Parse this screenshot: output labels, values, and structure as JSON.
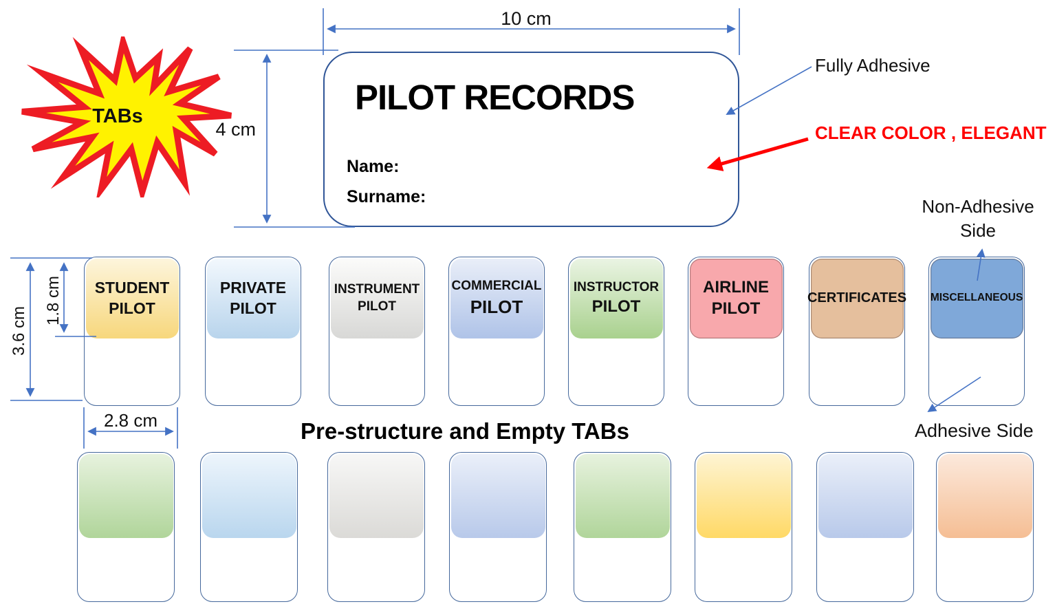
{
  "burst": {
    "label": "TABs"
  },
  "card": {
    "title": "PILOT RECORDS",
    "name_label": "Name:",
    "surname_label": "Surname:"
  },
  "dimensions": {
    "card_width": "10 cm",
    "card_height": "4 cm",
    "tab_header_height": "1.8 cm",
    "tab_height": "3.6 cm",
    "tab_width": "2.8 cm"
  },
  "callouts": {
    "fully_adhesive": "Fully Adhesive",
    "clear_color": "CLEAR COLOR , ELEGANT",
    "non_adhesive_line1": "Non-Adhesive",
    "non_adhesive_line2": "Side",
    "adhesive_side": "Adhesive Side"
  },
  "section_title": "Pre-structure and Empty TABs",
  "labeled_tabs": [
    {
      "line1": "STUDENT",
      "line2": "PILOT",
      "colors": [
        "#FDF5DC",
        "#F7D77C"
      ]
    },
    {
      "line1": "PRIVATE",
      "line2": "PILOT",
      "colors": [
        "#F2F8FD",
        "#B8D4EC"
      ]
    },
    {
      "line1": "INSTRUMENT",
      "line2": "PILOT",
      "colors": [
        "#FBFBFA",
        "#D8D8D6"
      ]
    },
    {
      "line1": "COMMERCIAL",
      "line2": "PILOT",
      "colors": [
        "#E9EEF8",
        "#AFC3E8"
      ]
    },
    {
      "line1": "INSTRUCTOR",
      "line2": "PILOT",
      "colors": [
        "#EAF4E3",
        "#A9D18E"
      ]
    },
    {
      "line1": "AIRLINE",
      "line2": "PILOT",
      "colors": "#F8A8AC"
    },
    {
      "line1": "CERTIFICATES",
      "colors": "#E5BF9D"
    },
    {
      "line1": "MISCELLANEOUS",
      "colors": "#7FA8D9"
    }
  ],
  "empty_tabs": [
    {
      "colors": [
        "#E7F2DE",
        "#B0D59A"
      ]
    },
    {
      "colors": [
        "#EDF5FC",
        "#B9D6EE"
      ]
    },
    {
      "colors": [
        "#F7F7F6",
        "#DBDAD7"
      ]
    },
    {
      "colors": [
        "#EAEFF9",
        "#B8C9EA"
      ]
    },
    {
      "colors": [
        "#E7F2DE",
        "#B0D59A"
      ]
    },
    {
      "colors": [
        "#FEF4D3",
        "#FFD966"
      ]
    },
    {
      "colors": [
        "#EAEFF9",
        "#B8C9EA"
      ]
    },
    {
      "colors": [
        "#FCE9DC",
        "#F5BE94"
      ]
    }
  ],
  "colors": {
    "dimension_blue": "#4472C4",
    "card_border": "#2F5597",
    "tab_border": "#44679B",
    "accent_red": "#FF0000",
    "burst_fill": "#FFF200",
    "burst_stroke": "#ED1C24"
  }
}
